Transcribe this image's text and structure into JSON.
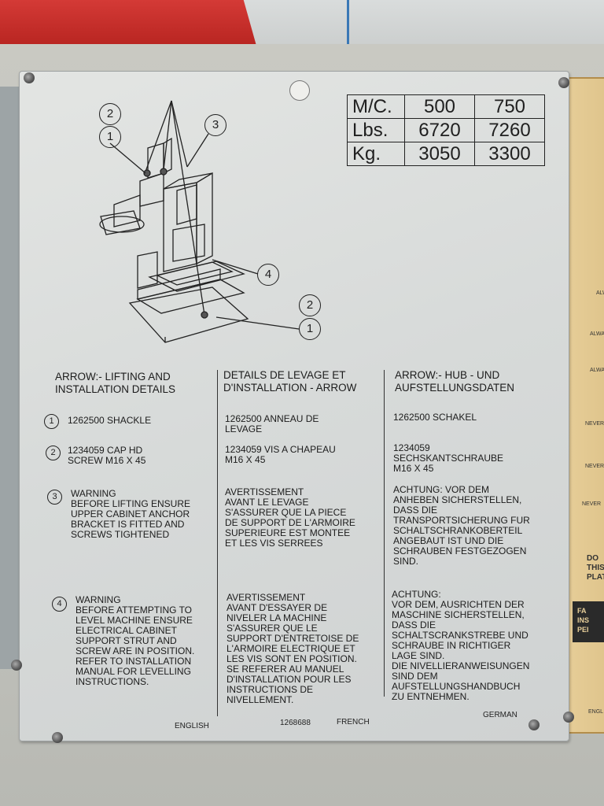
{
  "spec_table": {
    "rows": [
      {
        "label": "M/C.",
        "v1": "500",
        "v2": "750"
      },
      {
        "label": "Lbs.",
        "v1": "6720",
        "v2": "7260"
      },
      {
        "label": "Kg.",
        "v1": "3050",
        "v2": "3300"
      }
    ]
  },
  "diagram": {
    "callouts": [
      "2",
      "1",
      "3",
      "4",
      "2",
      "1"
    ]
  },
  "headers": {
    "english": "ARROW:- LIFTING AND\nINSTALLATION DETAILS",
    "french": "DETAILS DE LEVAGE ET\nD'INSTALLATION - ARROW",
    "german": "ARROW:- HUB - UND\nAUFSTELLUNGSDATEN"
  },
  "items": [
    {
      "number": "1",
      "english": "1262500 SHACKLE",
      "french": "1262500 ANNEAU DE\nLEVAGE",
      "german": "1262500 SCHAKEL"
    },
    {
      "number": "2",
      "english": "1234059 CAP HD\nSCREW M16 X 45",
      "french": "1234059 VIS A CHAPEAU\nM16 X 45",
      "german": "1234059\nSECHSKANTSCHRAUBE\nM16 X 45"
    },
    {
      "number": "3",
      "english": "WARNING\nBEFORE LIFTING ENSURE\nUPPER CABINET ANCHOR\nBRACKET IS FITTED AND\nSCREWS  TIGHTENED",
      "french": "AVERTISSEMENT\nAVANT LE LEVAGE\nS'ASSURER QUE LA PIECE\nDE SUPPORT DE L'ARMOIRE\nSUPERIEURE EST MONTEE\nET LES VIS SERREES",
      "german": "ACHTUNG: VOR DEM\nANHEBEN SICHERSTELLEN,\nDASS DIE\nTRANSPORTSICHERUNG FUR\nSCHALTSCHRANKOBERTEIL\nANGEBAUT IST UND DIE\nSCHRAUBEN FESTGEZOGEN\nSIND."
    },
    {
      "number": "4",
      "english": "WARNING\nBEFORE ATTEMPTING TO\nLEVEL MACHINE ENSURE\nELECTRICAL CABINET\nSUPPORT STRUT AND\nSCREW ARE IN POSITION.\nREFER TO INSTALLATION\nMANUAL FOR LEVELLING\nINSTRUCTIONS.",
      "french": "AVERTISSEMENT\nAVANT D'ESSAYER DE\nNIVELER LA MACHINE\nS'ASSURER QUE LE\nSUPPORT D'ENTRETOISE DE\nL'ARMOIRE ELECTRIQUE ET\nLES VIS SONT EN POSITION.\nSE REFERER AU MANUEL\nD'INSTALLATION POUR LES\nINSTRUCTIONS DE\nNIVELLEMENT.",
      "german": "ACHTUNG:\nVOR DEM, AUSRICHTEN DER\nMASCHINE SICHERSTELLEN,\nDASS DIE\nSCHALTSCRANKSTREBE UND\nSCHRAUBE IN RICHTIGER\nLAGE SIND.\nDIE NIVELLIERANWEISUNGEN\nSIND DEM\nAUFSTELLUNGSHANDBUCH\nZU ENTNEHMEN."
    }
  ],
  "footer": {
    "english": "ENGLISH",
    "part_number": "1268688",
    "french": "FRENCH",
    "german": "GERMAN"
  },
  "side_plate": {
    "fragments": [
      "ALWA",
      "ALWA",
      "ALWA",
      "NEVER",
      "NEVER",
      "NEVER",
      "DO",
      "THIS",
      "PLAT",
      "FA",
      "INS",
      "PEI",
      "ENGL"
    ]
  }
}
